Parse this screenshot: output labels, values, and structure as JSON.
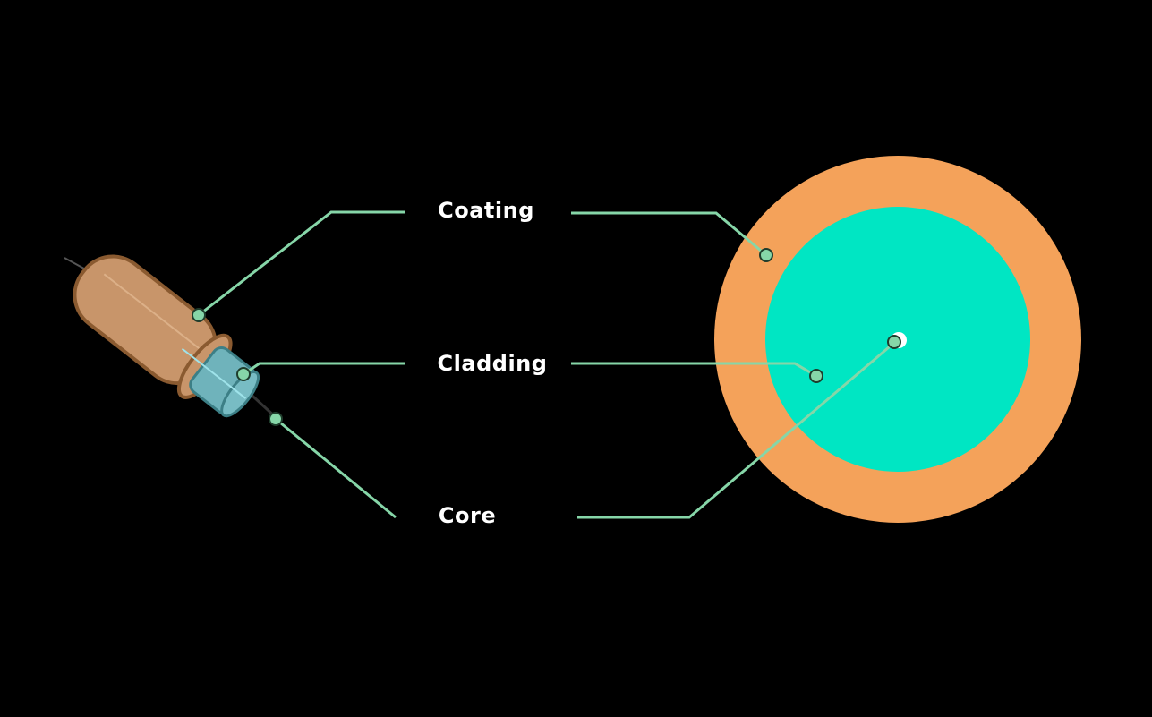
{
  "labels": {
    "coating": "Coating",
    "cladding": "Cladding",
    "core": "Core"
  },
  "colors": {
    "background": "#000000",
    "coating": "#f4a25a",
    "cladding": "#00e6c3",
    "core": "#ffffff",
    "leader": "#86d6a8",
    "label_text": "#ffffff",
    "cable_coating": "#c8956a",
    "cable_cladding": "#6fb3bb"
  }
}
